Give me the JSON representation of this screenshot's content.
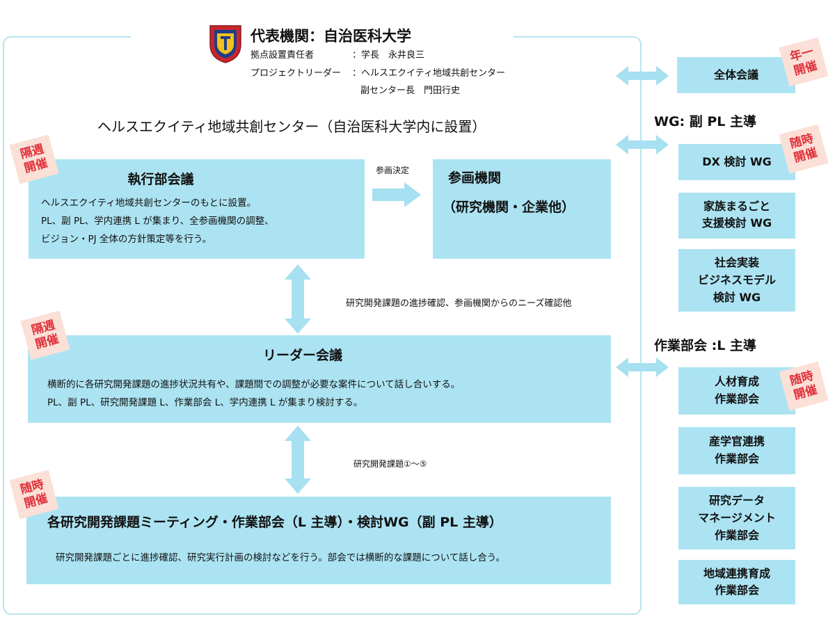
{
  "header": {
    "title": "代表機関：自治医科大学",
    "row1_label": "拠点設置責任者",
    "row1_value": "：学長　永井良三",
    "row2_label": "プロジェクトリーダー",
    "row2_value": "：ヘルスエクイティ地域共創センター",
    "row3_value": "副センター長　門田行史"
  },
  "center_title": "ヘルスエクイティ地域共創センター（自治医科大学内に設置）",
  "tags": {
    "biweekly": [
      "隔週",
      "開催"
    ],
    "adhoc": [
      "随時",
      "開催"
    ],
    "yearly": [
      "年一",
      "開催"
    ]
  },
  "exec_meeting": {
    "title": "執行部会議",
    "lines": [
      "ヘルスエクイティ地域共創センターのもとに設置。",
      "PL、副 PL、学内連携 L が集まり、全参画機関の調整、",
      "ビジョン・PJ 全体の方針策定等を行う。"
    ]
  },
  "decision_label": "参画決定",
  "participants": {
    "title": "参画機関",
    "subtitle": "（研究機関・企業他）"
  },
  "mid_label": "研究開発課題の進捗確認、参画機関からのニーズ確認他",
  "leader_meeting": {
    "title": "リーダー会議",
    "lines": [
      "横断的に各研究開発課題の進捗状況共有や、課題間での調整が必要な案件について話し合いする。",
      "PL、副 PL、研究開発課題 L、作業部会 L、学内連携 L が集まり検討する。"
    ]
  },
  "topics_label": "研究開発課題①～⑤",
  "topic_meeting": {
    "title": "各研究開発課題ミーティング・作業部会（L 主導）・検討WG（副 PL 主導）",
    "line": "研究開発課題ごとに進捗確認、研究実行計画の検討などを行う。部会では横断的な課題について話し合う。"
  },
  "right": {
    "plenary": "全体会議",
    "wg_heading": "WG: 副 PL 主導",
    "wg_items": [
      [
        "DX 検討 WG"
      ],
      [
        "家族まるごと",
        "支援検討 WG"
      ],
      [
        "社会実装",
        "ビジネスモデル",
        "検討 WG"
      ]
    ],
    "subcommittee_heading": "作業部会 :L 主導",
    "sub_items": [
      [
        "人材育成",
        "作業部会"
      ],
      [
        "産学官連携",
        "作業部会"
      ],
      [
        "研究データ",
        "マネージメント",
        "作業部会"
      ],
      [
        "地域連携育成",
        "作業部会"
      ]
    ]
  },
  "colors": {
    "box": "#ace3f2",
    "arrow": "#a6e0f1",
    "tag_bg": "#fbe0d7",
    "tag_text": "#e0303a",
    "frame": "#b6e4ef"
  }
}
